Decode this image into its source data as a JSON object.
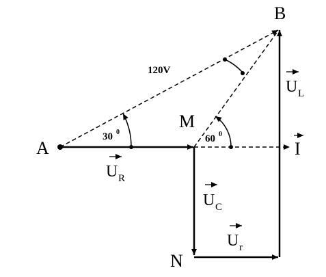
{
  "points": {
    "A": "A",
    "B": "B",
    "M": "M",
    "N": "N",
    "I": "I"
  },
  "vectors": {
    "UR": {
      "symbol": "U",
      "subscript": "R"
    },
    "UL": {
      "symbol": "U",
      "subscript": "L"
    },
    "UC": {
      "symbol": "U",
      "subscript": "C"
    },
    "Ur": {
      "symbol": "U",
      "subscript": "r"
    }
  },
  "angles": {
    "angle_A": {
      "value": "30",
      "degree": "0"
    },
    "angle_M": {
      "value": "60",
      "degree": "0"
    }
  },
  "voltage_AB": "120V"
}
